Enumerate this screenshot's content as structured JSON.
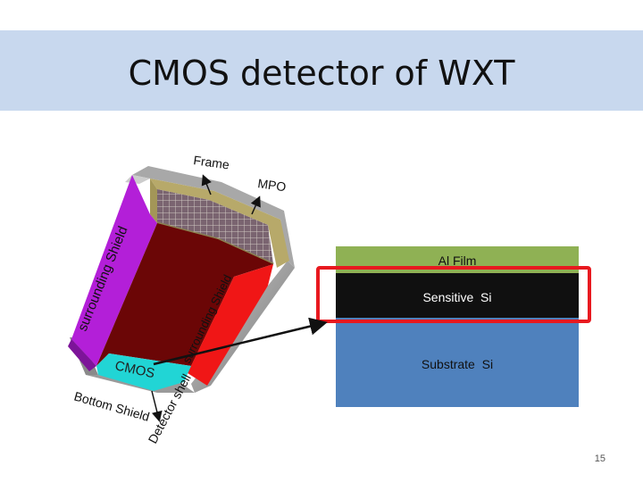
{
  "slide": {
    "title": "CMOS detector of WXT",
    "page_number": "15"
  },
  "detector_labels": {
    "frame": "Frame",
    "mpo": "MPO",
    "left_shield": "surrounding Shield",
    "inner_shield": "surrounding Shield",
    "cmos": "CMOS",
    "bottom_shield": "Bottom Shield",
    "detector_shell": "Detector shell"
  },
  "layers": [
    {
      "label": "Al Film",
      "color": "#8fb154"
    },
    {
      "label": "Sensitive  Si",
      "color": "#101010"
    },
    {
      "label": "Substrate  Si",
      "color": "#4f81bd"
    }
  ],
  "colors": {
    "title_bar": "#c8d8ee",
    "highlight": "#e8191f",
    "left_shield": "#b31fd8",
    "inner_shield": "#f01616",
    "cavity": "#6b0606",
    "cmos": "#21d5d5",
    "frame": "#b7a96a",
    "mpo_grid": "#6e5a64"
  }
}
